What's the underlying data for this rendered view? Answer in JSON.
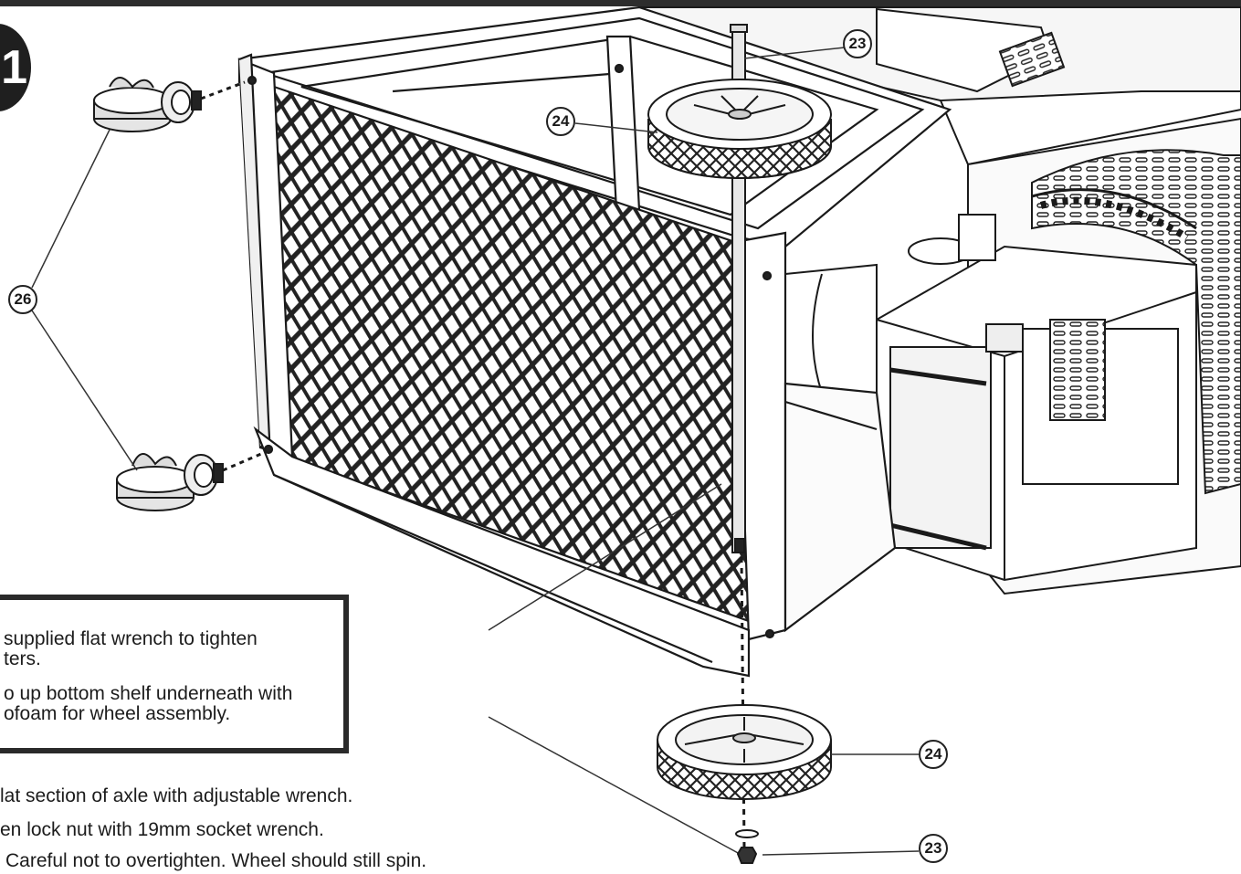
{
  "step": {
    "number": "1"
  },
  "callouts": {
    "axle_top": "23",
    "wheel_top": "24",
    "casters": "26",
    "wheel_bottom": "24",
    "nut_bottom": "23"
  },
  "notes": {
    "note1": "supplied flat wrench to tighten\nters.",
    "note2": "o up bottom shelf underneath with\nofoam for wheel assembly."
  },
  "instructions": {
    "line1": "lat section of axle with adjustable wrench.",
    "line2": "en lock nut with 19mm socket wrench.",
    "line3": "Careful not to overtighten. Wheel should still spin."
  },
  "colors": {
    "ink": "#1a1a1a",
    "badge": "#1f1f1f",
    "mesh": "#2b2b2b",
    "panel": "#f2f2f2"
  }
}
